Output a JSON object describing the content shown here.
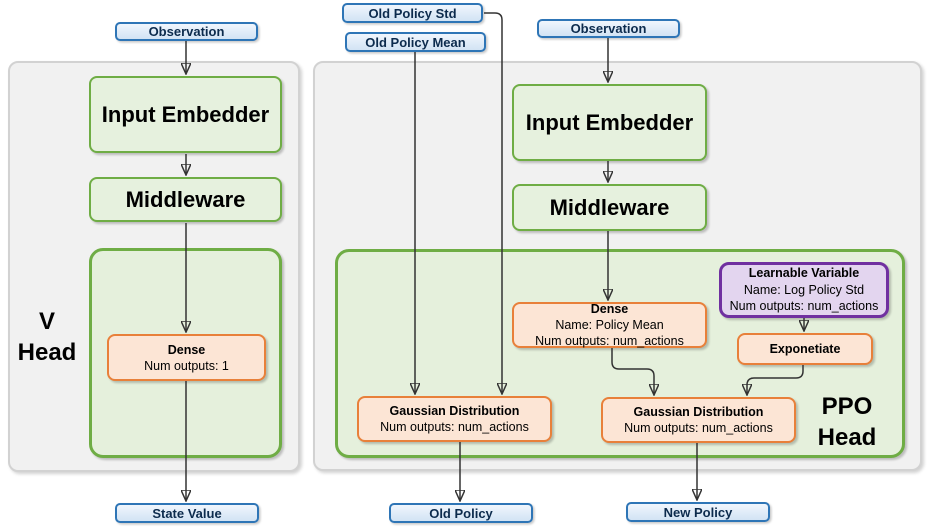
{
  "diagram": {
    "v_head": {
      "label_line1": "V",
      "label_line2": "Head",
      "observation_label": "Observation",
      "input_embedder_label": "Input Embedder",
      "middleware_label": "Middleware",
      "dense_title": "Dense",
      "dense_outputs": "Num outputs: 1",
      "state_value_label": "State Value"
    },
    "ppo_head": {
      "label_line1": "PPO",
      "label_line2": "Head",
      "old_policy_std_label": "Old Policy Std",
      "old_policy_mean_label": "Old Policy Mean",
      "observation_label": "Observation",
      "input_embedder_label": "Input Embedder",
      "middleware_label": "Middleware",
      "dense_title": "Dense",
      "dense_name": "Name: Policy Mean",
      "dense_outputs": "Num outputs: num_actions",
      "learnable_title": "Learnable Variable",
      "learnable_name": "Name: Log Policy Std",
      "learnable_outputs": "Num outputs: num_actions",
      "exponetiate_label": "Exponetiate",
      "gaussian_old_title": "Gaussian Distribution",
      "gaussian_old_outputs": "Num outputs: num_actions",
      "gaussian_new_title": "Gaussian Distribution",
      "gaussian_new_outputs": "Num outputs: num_actions",
      "old_policy_label": "Old Policy",
      "new_policy_label": "New Policy"
    },
    "colors": {
      "blue_border": "#2e75b6",
      "blue_fill": "#d9e7f6",
      "green_border": "#6fad45",
      "green_fill": "#e6f1de",
      "orange_border": "#e8803a",
      "orange_fill": "#fce5d5",
      "purple_border": "#7030a0",
      "purple_fill": "#e3d5ef",
      "panel_fill": "#f1f1f1",
      "panel_border": "#d2d2d2",
      "arrow": "#333333"
    }
  }
}
